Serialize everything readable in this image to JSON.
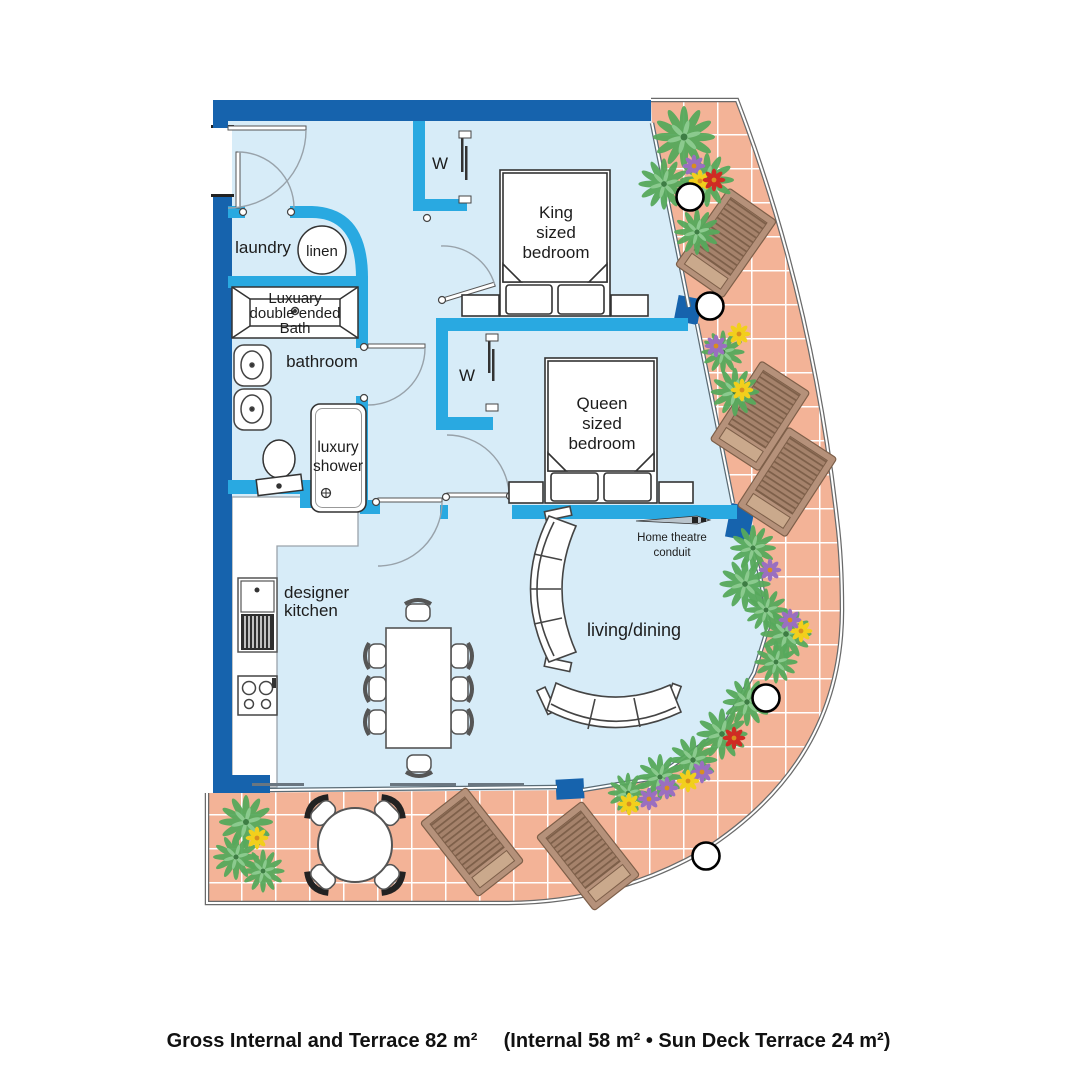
{
  "colors": {
    "wall_dark": "#1663ad",
    "wall_cyan": "#29a9e1",
    "floor": "#d7ecf8",
    "tile": "#f3b397",
    "grout": "#ffffff",
    "balustrade": "#6a6a6a",
    "lounger": "#b5917a",
    "fern": "#57a95c",
    "fern_light": "#8bca8e",
    "flower_yellow": "#f2cf1c",
    "flower_purple": "#9a6fc0",
    "flower_red": "#cf2b24",
    "text": "#1d1d1d"
  },
  "rooms": {
    "laundry": {
      "label": "laundry"
    },
    "linen": {
      "label": "linen"
    },
    "bath": {
      "lines": [
        "Luxuary",
        "double ended",
        "Bath"
      ]
    },
    "bathroom": {
      "label": "bathroom"
    },
    "shower": {
      "lines": [
        "luxury",
        "shower"
      ]
    },
    "kitchen": {
      "lines": [
        "designer",
        "kitchen"
      ]
    },
    "king_bedroom": {
      "lines": [
        "King",
        "sized",
        "bedroom"
      ]
    },
    "queen_bedroom": {
      "lines": [
        "Queen",
        "sized",
        "bedroom"
      ]
    },
    "living": {
      "label": "living/dining"
    },
    "wardrobe1": {
      "label": "W"
    },
    "wardrobe2": {
      "label": "W"
    },
    "conduit": {
      "lines": [
        "Home theatre",
        "conduit"
      ]
    }
  },
  "caption": {
    "left": "Gross Internal and Terrace  82 m²",
    "right": "(Internal 58 m² • Sun Deck Terrace 24 m²)"
  }
}
